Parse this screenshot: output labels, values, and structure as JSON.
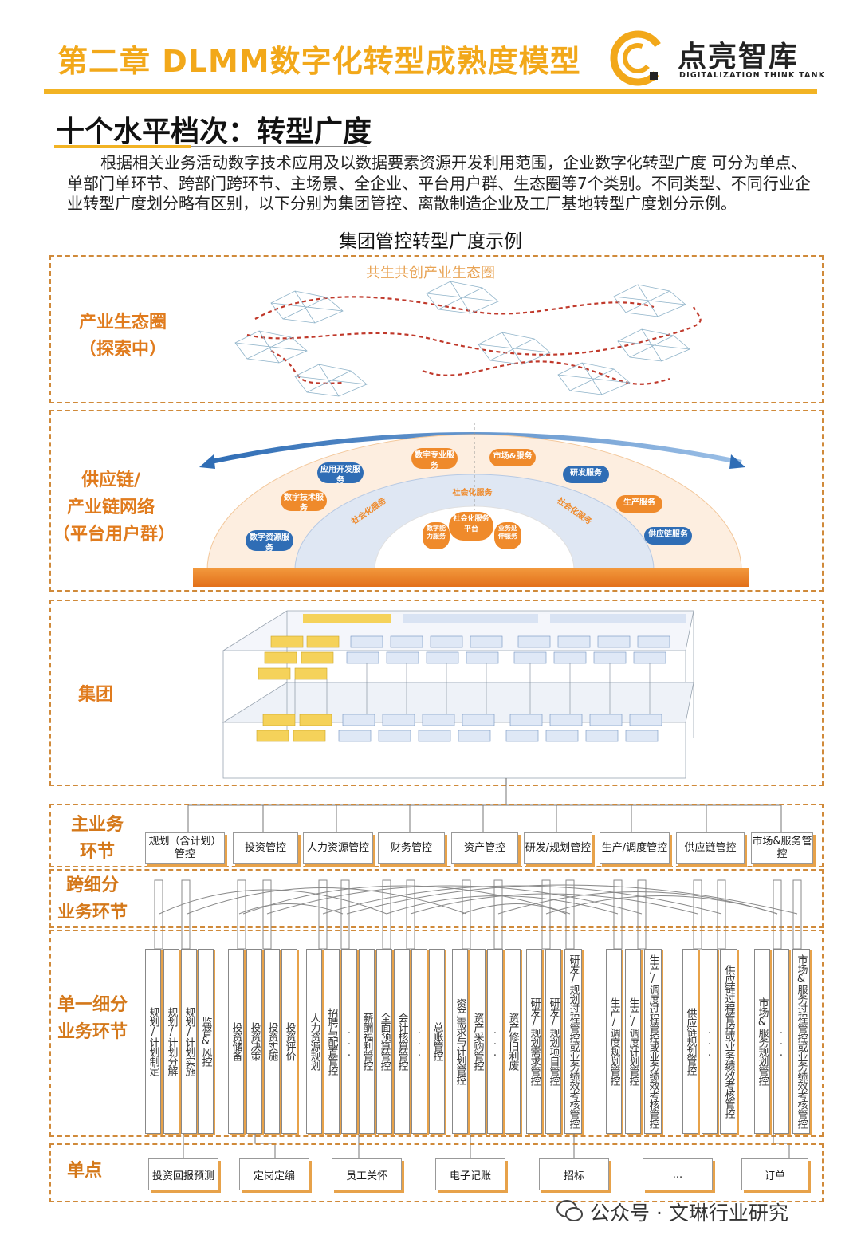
{
  "header": {
    "title": "第二章  DLMM数字化转型成熟度模型",
    "logo_name": "点亮智库",
    "logo_sub": "DIGITALIZATION THINK TANK"
  },
  "section_title": "十个水平档次：转型广度",
  "intro": "根据相关业务活动数字技术应用及以数据要素资源开发利用范围，企业数字化转型广度 可分为单点、单部门单环节、跨部门跨环节、主场景、全企业、平台用户群、生态圈等7个类别。不同类型、不同行业企业转型广度划分略有区别，以下分别为集团管控、离散制造企业及工厂基地转型广度划分示例。",
  "caption": "集团管控转型广度示例",
  "levels": {
    "ecosystem": {
      "label_line1": "产业生态圈",
      "label_line2": "（探索中）",
      "title": "共生共创产业生态圈"
    },
    "platform": {
      "label_line1": "供应链/",
      "label_line2": "产业链网络",
      "label_line3": "（平台用户群）"
    },
    "group": {
      "label": "集团"
    },
    "main": {
      "label_line1": "主业务",
      "label_line2": "环节"
    },
    "cross": {
      "label_line1": "跨细分",
      "label_line2": "业务环节"
    },
    "single": {
      "label_line1": "单一细分",
      "label_line2": "业务环节"
    },
    "point": {
      "label": "单点"
    }
  },
  "platform_diagram": {
    "center": "社会化服务平台",
    "ring": "社会化服务",
    "left_arc": "社会化服务",
    "right_arc": "社会化服务",
    "bubbles": [
      "应用开发服务",
      "数字专业服务",
      "市场&服务",
      "研发服务",
      "数字技术服务",
      "生产服务",
      "数字资源服务",
      "供应链服务",
      "数字能力服务",
      "业务延伸服务"
    ],
    "bubble_colors": {
      "blue": "#2f6db5",
      "orange": "#ef8a2b"
    }
  },
  "main_segments": [
    "规划（含计划）管控",
    "投资管控",
    "人力资源管控",
    "财务管控",
    "资产管控",
    "研发/规划管控",
    "生产/调度管控",
    "供应链管控",
    "市场&服务管控"
  ],
  "single_segments": [
    "规划/计划制定",
    "规划/计划分解",
    "规划/计划实施",
    "监督&风控",
    "投资储备",
    "投资决策",
    "投资实施",
    "投资评价",
    "人力资源规划",
    "招聘与配置管控",
    "...",
    "薪酬福利管控",
    "全面预算管控",
    "会计核算管控",
    "...",
    "总账管控",
    "资产需求与计划管控",
    "资产采购管控",
    "...",
    "资产修旧利废",
    "研发/规划需求管控",
    "研发/规划项目管控",
    "研发/规划过程管控或业务绩效考核管控",
    "生产/调度规划管控",
    "生产/调度计划管控",
    "生产/调度过程管控或业务绩效考核管控",
    "供应链规划管控",
    "...",
    "供应链过程管控或业务绩效考核管控",
    "市场&服务规划管控",
    "...",
    "市场&服务过程管控或业务绩效考核管控"
  ],
  "single_points": [
    "投资回报预测",
    "定岗定编",
    "员工关怀",
    "电子记账",
    "招标",
    "...",
    "订单"
  ],
  "watermark": "公众号 · 文琳行业研究"
}
